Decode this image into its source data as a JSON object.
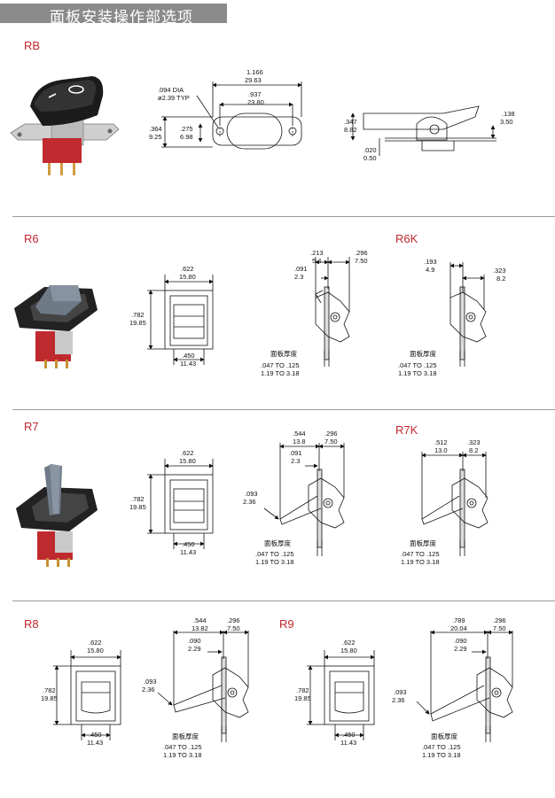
{
  "header": {
    "title": "面板安装操作部选项"
  },
  "sections": {
    "rb": {
      "label": "RB",
      "d1": [
        ".094 DIA",
        "ø2.39 TYP"
      ],
      "d2": [
        "1.166",
        "29.63"
      ],
      "d3": [
        ".937",
        "23.80"
      ],
      "d4": [
        ".364",
        "9.25"
      ],
      "d5": [
        ".275",
        "6.98"
      ],
      "d6": [
        ".347",
        "8.82"
      ],
      "d7": [
        ".138",
        "3.50"
      ],
      "d8": [
        ".020",
        "0.50"
      ]
    },
    "r6": {
      "label": "R6",
      "w": [
        ".622",
        "15.80"
      ],
      "h": [
        ".782",
        "19.85"
      ],
      "b": [
        ".450",
        "11.43"
      ],
      "s1": [
        ".213",
        "5.4"
      ],
      "s2": [
        ".296",
        "7.50"
      ],
      "s3": [
        ".091",
        "2.3"
      ],
      "panel_label": "面板厚度",
      "panel": [
        ".047 TO .125",
        "1.19 TO 3.18"
      ]
    },
    "r6k": {
      "label": "R6K",
      "s1": [
        ".193",
        "4.9"
      ],
      "s2": [
        ".323",
        "8.2"
      ],
      "panel_label": "面板厚度",
      "panel": [
        ".047 TO .125",
        "1.19 TO 3.18"
      ]
    },
    "r7": {
      "label": "R7",
      "w": [
        ".622",
        "15.80"
      ],
      "h": [
        ".782",
        "19.85"
      ],
      "b": [
        ".450",
        "11.43"
      ],
      "s1": [
        ".544",
        "13.8"
      ],
      "s2": [
        ".296",
        "7.50"
      ],
      "s3": [
        ".091",
        "2.3"
      ],
      "s4": [
        ".093",
        "2.36"
      ],
      "panel_label": "面板厚度",
      "panel": [
        ".047 TO .125",
        "1.19 TO 3.18"
      ]
    },
    "r7k": {
      "label": "R7K",
      "s1": [
        ".512",
        "13.0"
      ],
      "s2": [
        ".323",
        "8.2"
      ],
      "panel_label": "面板厚度",
      "panel": [
        ".047 TO .125",
        "1.19 TO 3.18"
      ]
    },
    "r8": {
      "label": "R8",
      "w": [
        ".622",
        "15.80"
      ],
      "h": [
        ".782",
        "19.85"
      ],
      "b": [
        ".450",
        "11.43"
      ],
      "s1": [
        ".544",
        "13.82"
      ],
      "s2": [
        ".296",
        "7.50"
      ],
      "s3": [
        ".090",
        "2.29"
      ],
      "s4": [
        ".093",
        "2.36"
      ],
      "panel_label": "面板厚度",
      "panel": [
        ".047 TO .125",
        "1.19 TO 3.18"
      ]
    },
    "r9": {
      "label": "R9",
      "w": [
        ".622",
        "15.80"
      ],
      "h": [
        ".782",
        "19.85"
      ],
      "b": [
        ".450",
        "11.43"
      ],
      "s1": [
        ".789",
        "20.04"
      ],
      "s2": [
        ".296",
        "7.50"
      ],
      "s3": [
        ".090",
        "2.29"
      ],
      "s4": [
        ".093",
        "2.36"
      ],
      "panel_label": "面板厚度",
      "panel": [
        ".047 TO .125",
        "1.19 TO 3.18"
      ]
    }
  },
  "colors": {
    "accent": "#c1272d",
    "header_bg": "#8a8a8a",
    "rule": "#9a9a9a"
  }
}
